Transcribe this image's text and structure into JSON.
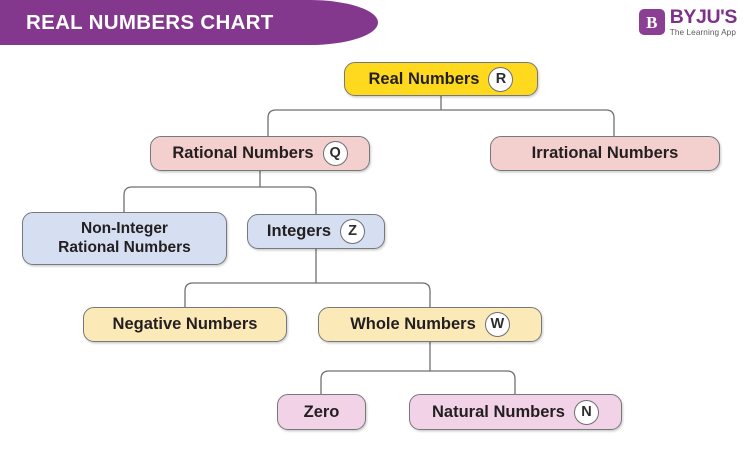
{
  "header": {
    "title": "REAL NUMBERS CHART",
    "bar_color": "#83388d",
    "title_color": "#ffffff"
  },
  "logo": {
    "mark_glyph": "B",
    "wordmark": "BYJU'S",
    "tagline": "The Learning App",
    "brand_color": "#7e3189"
  },
  "chart_data": {
    "type": "diagram",
    "title": "REAL NUMBERS CHART",
    "layout": "top-down tree",
    "nodes": [
      {
        "id": "real",
        "label": "Real Numbers",
        "symbol": "R",
        "color": "#ffd91e",
        "level": 0
      },
      {
        "id": "rational",
        "label": "Rational Numbers",
        "symbol": "Q",
        "color": "#f3cfcd",
        "level": 1
      },
      {
        "id": "irrational",
        "label": "Irrational Numbers",
        "symbol": "",
        "color": "#f3cfcd",
        "level": 1
      },
      {
        "id": "noninteger",
        "label": "Non-Integer",
        "label2": "Rational Numbers",
        "symbol": "",
        "color": "#d5dff1",
        "level": 2
      },
      {
        "id": "integers",
        "label": "Integers",
        "symbol": "Z",
        "color": "#d5dff1",
        "level": 2
      },
      {
        "id": "negative",
        "label": "Negative Numbers",
        "symbol": "",
        "color": "#fbe9b7",
        "level": 3
      },
      {
        "id": "whole",
        "label": "Whole Numbers",
        "symbol": "W",
        "color": "#fbe9b7",
        "level": 3
      },
      {
        "id": "zero",
        "label": "Zero",
        "symbol": "",
        "color": "#f1d2e7",
        "level": 4
      },
      {
        "id": "natural",
        "label": "Natural Numbers",
        "symbol": "N",
        "color": "#f1d2e7",
        "level": 4
      }
    ],
    "edges": [
      {
        "from": "real",
        "to": "rational"
      },
      {
        "from": "real",
        "to": "irrational"
      },
      {
        "from": "rational",
        "to": "noninteger"
      },
      {
        "from": "rational",
        "to": "integers"
      },
      {
        "from": "integers",
        "to": "negative"
      },
      {
        "from": "integers",
        "to": "whole"
      },
      {
        "from": "whole",
        "to": "zero"
      },
      {
        "from": "whole",
        "to": "natural"
      }
    ]
  }
}
